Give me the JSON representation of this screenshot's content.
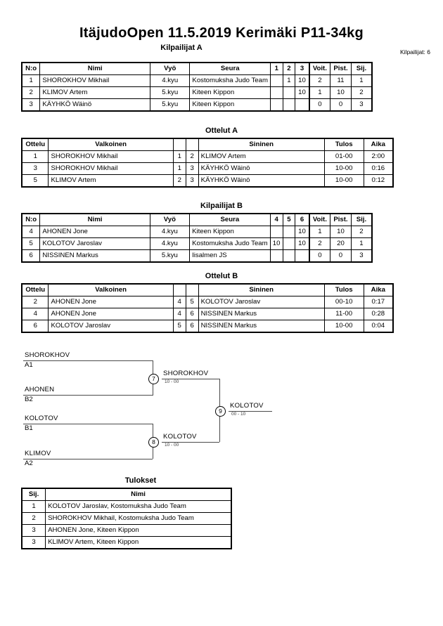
{
  "header": {
    "title": "ItäjudoOpen  11.5.2019  Kerimäki  P11-34kg",
    "entrant_count": "Kilpailijat: 6"
  },
  "sections": {
    "pool_a_title": "Kilpailijat A",
    "matches_a_title": "Ottelut A",
    "pool_b_title": "Kilpailijat B",
    "matches_b_title": "Ottelut B",
    "results_title": "Tulokset"
  },
  "pool_a": {
    "headers": [
      "N:o",
      "Nimi",
      "Vyö",
      "Seura",
      "1",
      "2",
      "3",
      "Voit.",
      "Pist.",
      "Sij."
    ],
    "rows": [
      {
        "no": "1",
        "nimi": "SHOROKHOV Mikhail",
        "vyo": "4.kyu",
        "seura": "Kostomuksha Judo Team",
        "m1": "",
        "m2": "1",
        "m3": "10",
        "voit": "2",
        "pist": "11",
        "sij": "1"
      },
      {
        "no": "2",
        "nimi": "KLIMOV Artem",
        "vyo": "5.kyu",
        "seura": "Kiteen Kippon",
        "m1": "",
        "m2": "",
        "m3": "10",
        "voit": "1",
        "pist": "10",
        "sij": "2"
      },
      {
        "no": "3",
        "nimi": "KÄYHKÖ Wäinö",
        "vyo": "5.kyu",
        "seura": "Kiteen Kippon",
        "m1": "",
        "m2": "",
        "m3": "",
        "voit": "0",
        "pist": "0",
        "sij": "3"
      }
    ]
  },
  "matches_a": {
    "headers": [
      "Ottelu",
      "Valkoinen",
      "",
      "",
      "Sininen",
      "Tulos",
      "Aika"
    ],
    "rows": [
      {
        "ottelu": "1",
        "valkoinen": "SHOROKHOV Mikhail",
        "wno": "1",
        "bno": "2",
        "sininen": "KLIMOV Artem",
        "tulos": "01-00",
        "aika": "2:00"
      },
      {
        "ottelu": "3",
        "valkoinen": "SHOROKHOV Mikhail",
        "wno": "1",
        "bno": "3",
        "sininen": "KÄYHKÖ Wäinö",
        "tulos": "10-00",
        "aika": "0:16"
      },
      {
        "ottelu": "5",
        "valkoinen": "KLIMOV Artem",
        "wno": "2",
        "bno": "3",
        "sininen": "KÄYHKÖ Wäinö",
        "tulos": "10-00",
        "aika": "0:12"
      }
    ]
  },
  "pool_b": {
    "headers": [
      "N:o",
      "Nimi",
      "Vyö",
      "Seura",
      "4",
      "5",
      "6",
      "Voit.",
      "Pist.",
      "Sij."
    ],
    "rows": [
      {
        "no": "4",
        "nimi": "AHONEN Jone",
        "vyo": "4.kyu",
        "seura": "Kiteen Kippon",
        "m1": "",
        "m2": "",
        "m3": "10",
        "voit": "1",
        "pist": "10",
        "sij": "2"
      },
      {
        "no": "5",
        "nimi": "KOLOTOV Jaroslav",
        "vyo": "4.kyu",
        "seura": "Kostomuksha Judo Team",
        "m1": "10",
        "m2": "",
        "m3": "10",
        "voit": "2",
        "pist": "20",
        "sij": "1"
      },
      {
        "no": "6",
        "nimi": "NISSINEN Markus",
        "vyo": "5.kyu",
        "seura": "Iisalmen JS",
        "m1": "",
        "m2": "",
        "m3": "",
        "voit": "0",
        "pist": "0",
        "sij": "3"
      }
    ]
  },
  "matches_b": {
    "headers": [
      "Ottelu",
      "Valkoinen",
      "",
      "",
      "Sininen",
      "Tulos",
      "Aika"
    ],
    "rows": [
      {
        "ottelu": "2",
        "valkoinen": "AHONEN Jone",
        "wno": "4",
        "bno": "5",
        "sininen": "KOLOTOV Jaroslav",
        "tulos": "00-10",
        "aika": "0:17"
      },
      {
        "ottelu": "4",
        "valkoinen": "AHONEN Jone",
        "wno": "4",
        "bno": "6",
        "sininen": "NISSINEN Markus",
        "tulos": "11-00",
        "aika": "0:28"
      },
      {
        "ottelu": "6",
        "valkoinen": "KOLOTOV Jaroslav",
        "wno": "5",
        "bno": "6",
        "sininen": "NISSINEN Markus",
        "tulos": "10-00",
        "aika": "0:04"
      }
    ]
  },
  "bracket": {
    "entries": [
      {
        "name": "SHOROKHOV",
        "seed": "A1"
      },
      {
        "name": "AHONEN",
        "seed": "B2"
      },
      {
        "name": "KOLOTOV",
        "seed": "B1"
      },
      {
        "name": "KLIMOV",
        "seed": "A2"
      }
    ],
    "nodes": [
      {
        "number": "7",
        "winner": "SHOROKHOV",
        "score": "10 - 00"
      },
      {
        "number": "8",
        "winner": "KOLOTOV",
        "score": "10 - 00"
      },
      {
        "number": "9",
        "winner": "KOLOTOV",
        "score": "00 - 10"
      }
    ]
  },
  "results": {
    "headers": [
      "Sij.",
      "Nimi"
    ],
    "rows": [
      {
        "sij": "1",
        "nimi": "KOLOTOV Jaroslav, Kostomuksha Judo Team"
      },
      {
        "sij": "2",
        "nimi": "SHOROKHOV Mikhail, Kostomuksha Judo Team"
      },
      {
        "sij": "3",
        "nimi": "AHONEN Jone, Kiteen Kippon"
      },
      {
        "sij": "3",
        "nimi": "KLIMOV Artem, Kiteen Kippon"
      }
    ]
  }
}
